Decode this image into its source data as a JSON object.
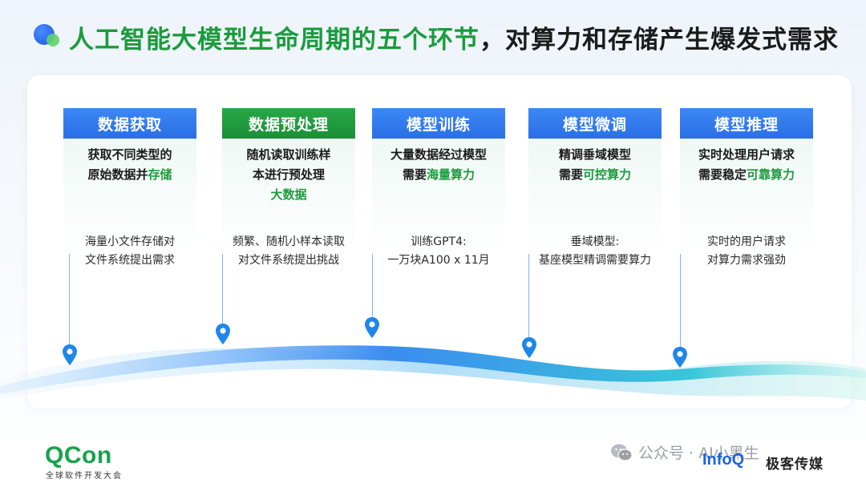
{
  "title": {
    "main": "人工智能大模型生命周期的五个环节",
    "sep": "，",
    "rest": "对算力和存储产生爆发式需求"
  },
  "colors": {
    "primary_blue": "#2a6fe6",
    "accent_green": "#1b9b3c",
    "header_green": "#1b8f37"
  },
  "stages": [
    {
      "header": "数据获取",
      "header_color": "blue",
      "main_lines": [
        {
          "a": "获取不同类型的",
          "b": ""
        },
        {
          "a": "原始数据并",
          "b": "存储"
        }
      ],
      "sub_lines": [
        "海量小文件存储对",
        "文件系统提出需求"
      ]
    },
    {
      "header": "数据预处理",
      "header_color": "green",
      "main_lines": [
        {
          "a": "随机读取训练样",
          "b": ""
        },
        {
          "a": "本进行预处理",
          "b": ""
        },
        {
          "a": "",
          "b": "大数据"
        }
      ],
      "sub_lines": [
        "频繁、随机小样本读取",
        "对文件系统提出挑战"
      ]
    },
    {
      "header": "模型训练",
      "header_color": "blue",
      "main_lines": [
        {
          "a": "大量数据经过模型",
          "b": ""
        },
        {
          "a": "需要",
          "b": "海量算力"
        }
      ],
      "sub_lines": [
        "训练GPT4:",
        "一万块A100 x 11月"
      ]
    },
    {
      "header": "模型微调",
      "header_color": "blue",
      "main_lines": [
        {
          "a": "精调垂域模型",
          "b": ""
        },
        {
          "a": "需要",
          "b": "可控算力"
        }
      ],
      "sub_lines": [
        "垂域模型:",
        "基座模型精调需要算力"
      ]
    },
    {
      "header": "模型推理",
      "header_color": "blue",
      "main_lines": [
        {
          "a": "实时处理用户请求",
          "b": ""
        },
        {
          "a": "需要稳定",
          "b": "可靠算力"
        }
      ],
      "sub_lines": [
        "实时的用户请求",
        "对算力需求强劲"
      ]
    }
  ],
  "footer": {
    "logo": "QCon",
    "logo_sub": "全球软件开发大会",
    "watermark": "公众号 · AI小黑生",
    "infoq": "InfoQ",
    "geek": "极客传媒"
  }
}
